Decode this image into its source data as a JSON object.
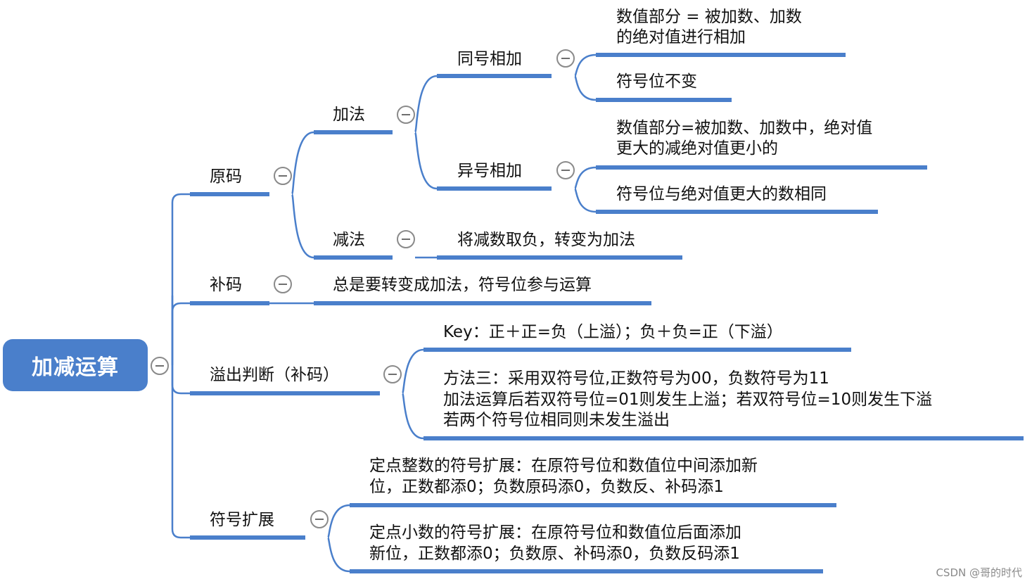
{
  "colors": {
    "accent": "#4a7fcb",
    "line": "#4a7fcb",
    "collapse": "#8a8a8a"
  },
  "icons": {
    "collapse": "collapse-minus-icon"
  },
  "mindmap": {
    "root": "加减运算",
    "yuanma": {
      "label": "原码",
      "jiafa": {
        "label": "加法",
        "tonghao": {
          "label": "同号相加",
          "note1": [
            "数值部分 = 被加数、加数",
            "的绝对值进行相加"
          ],
          "note2": "符号位不变"
        },
        "yihao": {
          "label": "异号相加",
          "note1": [
            "数值部分=被加数、加数中，绝对值",
            "更大的减绝对值更小的"
          ],
          "note2": "符号位与绝对值更大的数相同"
        }
      },
      "jianfa": {
        "label": "减法",
        "note": "将减数取负，转变为加法"
      }
    },
    "buma": {
      "label": "补码",
      "note": "总是要转变成加法，符号位参与运算"
    },
    "yichu": {
      "label": "溢出判断（补码）",
      "key": "Key：正＋正=负（上溢）；负＋负=正（下溢）",
      "method3": [
        "方法三：采用双符号位,正数符号为00，负数符号为11",
        "加法运算后若双符号位=01则发生上溢；若双符号位=10则发生下溢",
        "若两个符号位相同则未发生溢出"
      ]
    },
    "fuhao": {
      "label": "符号扩展",
      "int_ext": [
        "定点整数的符号扩展：在原符号位和数值位中间添加新",
        "位，正数都添0；负数原码添0，负数反、补码添1"
      ],
      "frac_ext": [
        "定点小数的符号扩展：在原符号位和数值位后面添加",
        "新位，正数都添0；负数原、补码添0，负数反码添1"
      ]
    }
  },
  "watermark": "CSDN @哥的时代"
}
